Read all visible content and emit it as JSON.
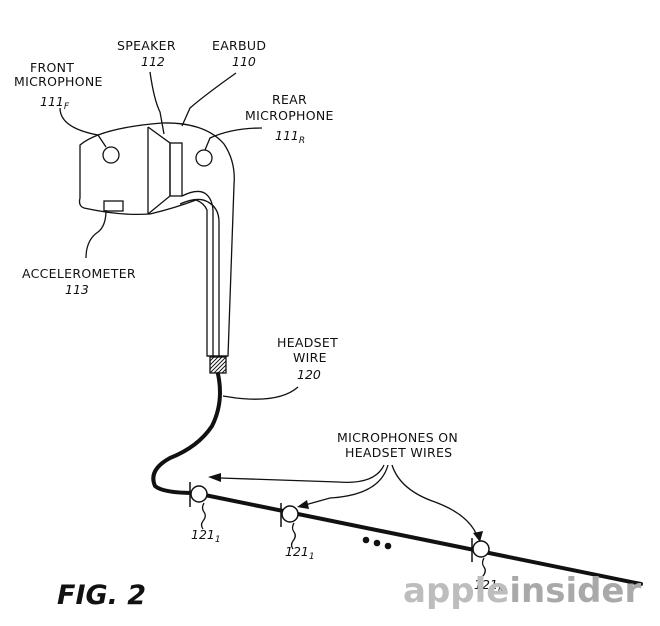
{
  "labels": {
    "front_mic": [
      "FRONT",
      "MICROPHONE"
    ],
    "front_mic_ref": "111",
    "front_mic_ref_sub": "F",
    "speaker": "SPEAKER",
    "speaker_ref": "112",
    "earbud": "EARBUD",
    "earbud_ref": "110",
    "rear_mic": [
      "REAR",
      "MICROPHONE"
    ],
    "rear_mic_ref": "111",
    "rear_mic_ref_sub": "R",
    "accelerometer": "ACCELEROMETER",
    "accelerometer_ref": "113",
    "headset_wire": [
      "HEADSET",
      "WIRE"
    ],
    "headset_wire_ref": "120",
    "mics_on_wires": [
      "MICROPHONES ON",
      "HEADSET WIRES"
    ],
    "wire_mic_1_ref": "121",
    "wire_mic_1_sub": "1",
    "wire_mic_2_ref": "121",
    "wire_mic_2_sub": "1",
    "wire_mic_m_ref": "121",
    "wire_mic_m_sub": "M"
  },
  "figure_label": "FIG. 2",
  "watermark": {
    "part1": "apple",
    "part2": "insider"
  }
}
